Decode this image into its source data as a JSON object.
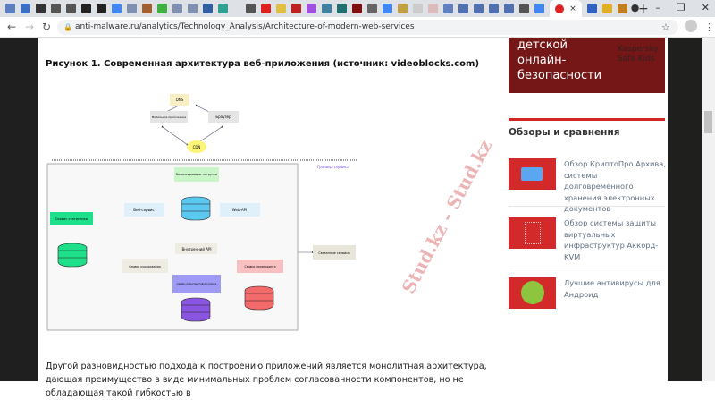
{
  "browser": {
    "url": "anti-malware.ru/analytics/Technology_Analysis/Architecture-of-modern-web-services",
    "active_tab_close": "×",
    "new_tab": "+"
  },
  "article": {
    "caption": "Рисунок 1. Современная архитектура веб-приложения (источник: videoblocks.com)",
    "diagram": {
      "dns": "DNS",
      "mobile": "Мобильное приложение",
      "browser": "Браузер",
      "cdn": "CDN",
      "boundary": "Граница сервиса",
      "lb": "Балансировщик нагрузки",
      "web": "Веб-сервис",
      "webapi": "Web-API",
      "stats": "Сервис статистики",
      "internal": "Внутренний API",
      "related": "Связанные сервисы",
      "cache": "Сервис кэширования",
      "search": "Сервис полнотекстового поиска",
      "monitor": "Сервис мониторинга"
    },
    "paragraph": "Другой разновидностью подхода к построению приложений является монолитная архитектура, дающая преимущество в виде минимальных проблем согласованности компонентов, но не обладающая такой гибкостью в"
  },
  "sidebar": {
    "promo_text": "детской онлайн-безопасности",
    "promo_brand": "Kaspersky Safe Kids",
    "reviews_heading": "Обзоры и сравнения",
    "reviews": [
      {
        "title": "Обзор КриптоПро Архива, системы долговременного хранения электронных документов",
        "icon": "folder-icon"
      },
      {
        "title": "Обзор системы защиты виртуальных инфраструктур Аккорд-KVM",
        "icon": "emblem-icon"
      },
      {
        "title": "Лучшие антивирусы для Андроид",
        "icon": "android-icon"
      }
    ]
  },
  "watermark": "Stud.kz - Stud.kz"
}
